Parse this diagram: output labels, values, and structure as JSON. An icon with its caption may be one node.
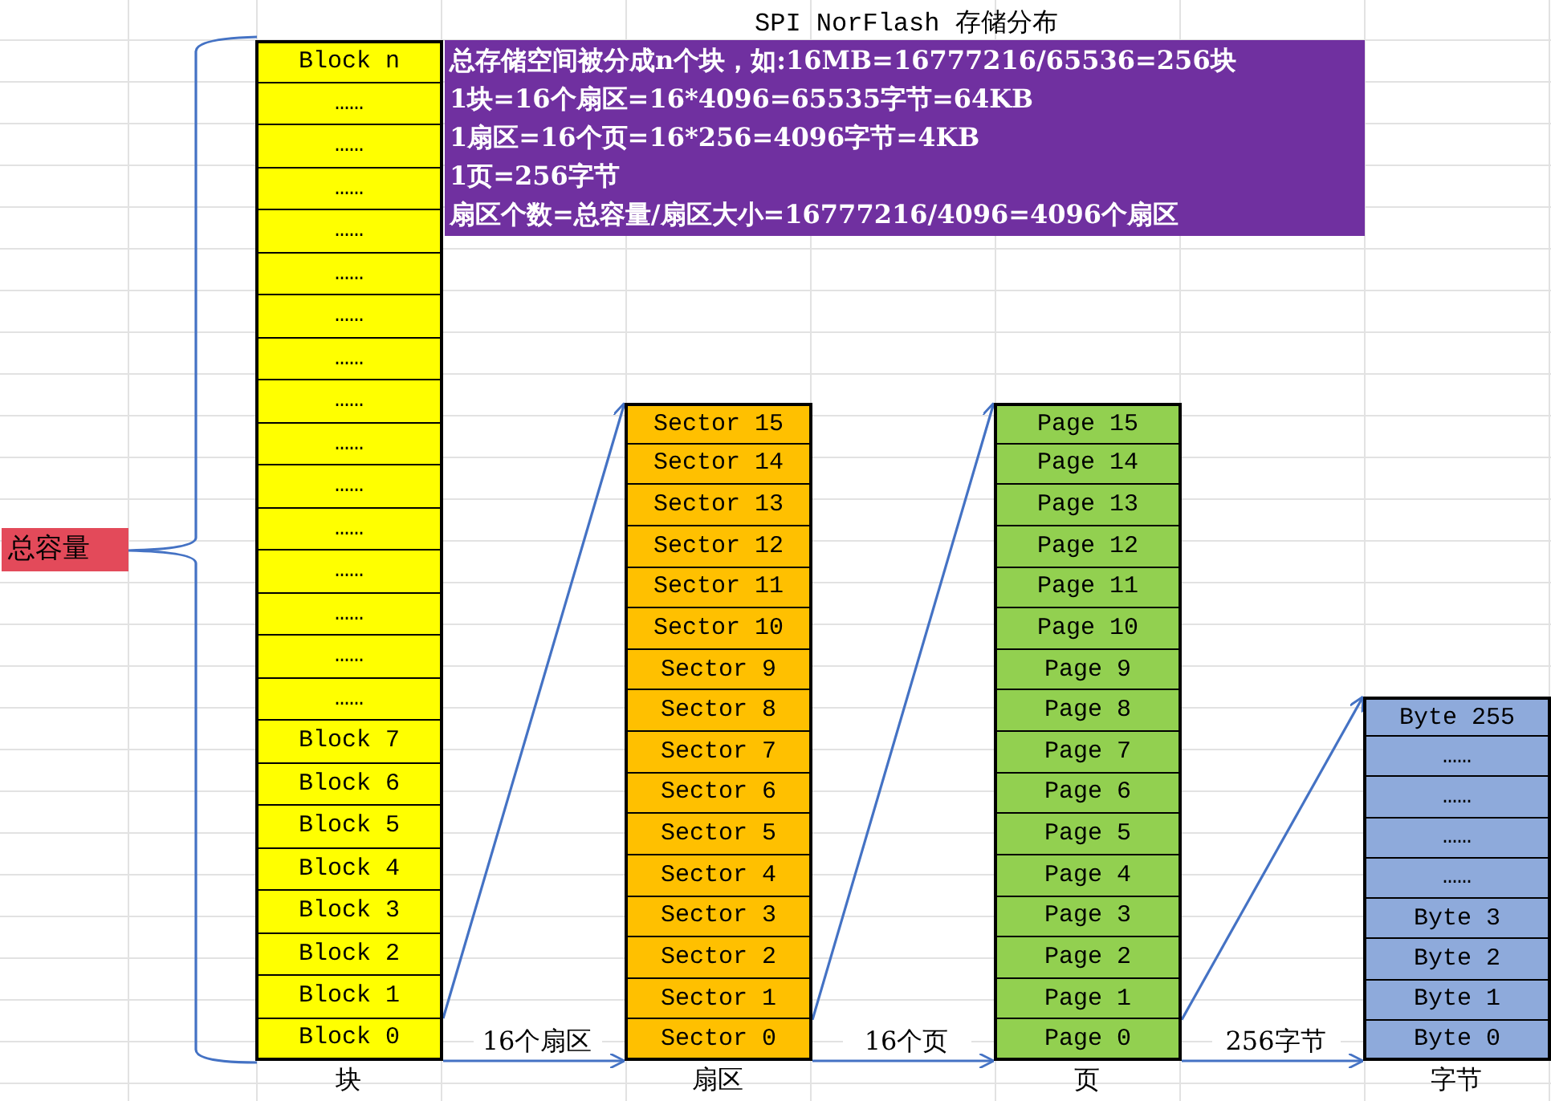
{
  "diagram": {
    "title": "SPI NorFlash 存储分布",
    "nodes": [
      {
        "text": [
          "总容量"
        ]
      },
      {
        "text": [
          "总存储空间被分成n个块，如:16MB=16777216/65536=256块",
          "1块=16个扇区=16*4096=65535字节=64KB",
          "1扇区=16个页=16*256=4096字节=4KB",
          "1页=256字节",
          "扇区个数=总容量/扇区大小=16777216/4096=4096个扇区"
        ]
      },
      {
        "text": [
          "Block n"
        ]
      },
      {
        "text": [
          "……"
        ]
      },
      {
        "text": [
          "……"
        ]
      },
      {
        "text": [
          "……"
        ]
      },
      {
        "text": [
          "……"
        ]
      },
      {
        "text": [
          "……"
        ]
      },
      {
        "text": [
          "……"
        ]
      },
      {
        "text": [
          "……"
        ]
      },
      {
        "text": [
          "……"
        ]
      },
      {
        "text": [
          "……"
        ]
      },
      {
        "text": [
          "……"
        ]
      },
      {
        "text": [
          "……"
        ]
      },
      {
        "text": [
          "……"
        ]
      },
      {
        "text": [
          "……"
        ]
      },
      {
        "text": [
          "……"
        ]
      },
      {
        "text": [
          "……"
        ]
      },
      {
        "text": [
          "Block 7"
        ]
      },
      {
        "text": [
          "Block 6"
        ]
      },
      {
        "text": [
          "Block 5"
        ]
      },
      {
        "text": [
          "Block 4"
        ]
      },
      {
        "text": [
          "Block 3"
        ]
      },
      {
        "text": [
          "Block 2"
        ]
      },
      {
        "text": [
          "Block 1"
        ]
      },
      {
        "text": [
          "Block 0"
        ]
      },
      {
        "text": [
          "Sector 15"
        ]
      },
      {
        "text": [
          "Sector 14"
        ]
      },
      {
        "text": [
          "Sector 13"
        ]
      },
      {
        "text": [
          "Sector 12"
        ]
      },
      {
        "text": [
          "Sector 11"
        ]
      },
      {
        "text": [
          "Sector 10"
        ]
      },
      {
        "text": [
          "Sector 9"
        ]
      },
      {
        "text": [
          "Sector 8"
        ]
      },
      {
        "text": [
          "Sector 7"
        ]
      },
      {
        "text": [
          "Sector 6"
        ]
      },
      {
        "text": [
          "Sector 5"
        ]
      },
      {
        "text": [
          "Sector 4"
        ]
      },
      {
        "text": [
          "Sector 3"
        ]
      },
      {
        "text": [
          "Sector 2"
        ]
      },
      {
        "text": [
          "Sector 1"
        ]
      },
      {
        "text": [
          "Sector 0"
        ]
      },
      {
        "text": [
          "Page 15"
        ]
      },
      {
        "text": [
          "Page 14"
        ]
      },
      {
        "text": [
          "Page 13"
        ]
      },
      {
        "text": [
          "Page 12"
        ]
      },
      {
        "text": [
          "Page 11"
        ]
      },
      {
        "text": [
          "Page 10"
        ]
      },
      {
        "text": [
          "Page 9"
        ]
      },
      {
        "text": [
          "Page 8"
        ]
      },
      {
        "text": [
          "Page 7"
        ]
      },
      {
        "text": [
          "Page 6"
        ]
      },
      {
        "text": [
          "Page 5"
        ]
      },
      {
        "text": [
          "Page 4"
        ]
      },
      {
        "text": [
          "Page 3"
        ]
      },
      {
        "text": [
          "Page 2"
        ]
      },
      {
        "text": [
          "Page 1"
        ]
      },
      {
        "text": [
          "Page 0"
        ]
      },
      {
        "text": [
          "Byte 255"
        ]
      },
      {
        "text": [
          "……"
        ]
      },
      {
        "text": [
          "……"
        ]
      },
      {
        "text": [
          "……"
        ]
      },
      {
        "text": [
          "……"
        ]
      },
      {
        "text": [
          "Byte 3"
        ]
      },
      {
        "text": [
          "Byte 2"
        ]
      },
      {
        "text": [
          "Byte 1"
        ]
      },
      {
        "text": [
          "Byte 0"
        ]
      }
    ],
    "edges": [
      {
        "from": 25,
        "to": 26,
        "arrow": "to"
      },
      {
        "from": 25,
        "to": 41,
        "arrow": "to",
        "label": "16个扇区"
      },
      {
        "from": 41,
        "to": 42,
        "arrow": "to"
      },
      {
        "from": 41,
        "to": 57,
        "arrow": "to",
        "label": "16个页"
      },
      {
        "from": 57,
        "to": 58,
        "arrow": "to"
      },
      {
        "from": 57,
        "to": 66,
        "arrow": "to",
        "label": "256字节"
      }
    ],
    "labels": [
      "块",
      "扇区",
      "页",
      "字节"
    ]
  }
}
